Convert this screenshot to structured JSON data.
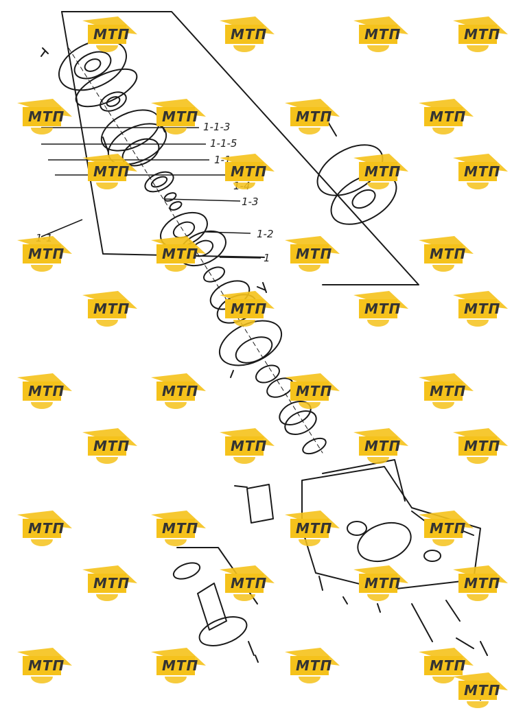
{
  "watermark": {
    "text": "МТП",
    "color": "#f5c21b"
  },
  "callouts": {
    "c115a": "1-1-3",
    "c115b": "1-1-5",
    "c11": "1-1",
    "c14": "1-4",
    "c13": "1-3",
    "c12": "1-2",
    "c1": "1",
    "cLeft": "1-1"
  }
}
